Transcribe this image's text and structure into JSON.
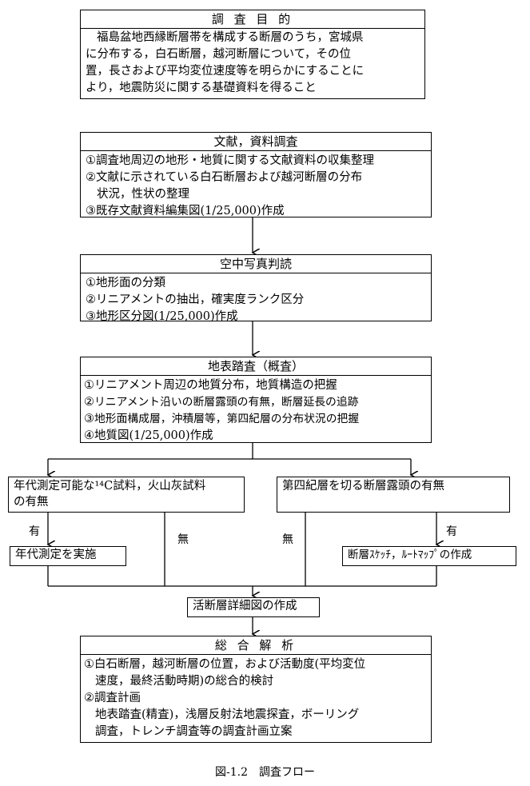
{
  "purpose": {
    "title": "調 査 目 的",
    "lines": [
      "福島盆地西縁断層帯を構成する断層のうち，宮城県",
      "に分布する，白石断層，越河断層について，その位",
      "置，長さおよび平均変位速度等を明らかにすることに",
      "より，地震防災に関する基礎資料を得ること"
    ]
  },
  "literature": {
    "title": "文献，資料調査",
    "items": [
      {
        "num": "①",
        "text": "調査地周辺の地形・地質に関する文献資料の収集整理"
      },
      {
        "num": "②",
        "text": "文献に示されている白石断層および越河断層の分布"
      },
      {
        "num": "",
        "text": "状況，性状の整理"
      },
      {
        "num": "③",
        "text": "既存文献資料編集図(1/25,000)作成"
      }
    ]
  },
  "aerial": {
    "title": "空中写真判読",
    "items": [
      {
        "num": "①",
        "text": "地形面の分類"
      },
      {
        "num": "②",
        "text": "リニアメントの抽出，確実度ランク区分"
      },
      {
        "num": "③",
        "text": "地形区分図(1/25,000)作成"
      }
    ]
  },
  "survey": {
    "title": "地表踏査（概査）",
    "items": [
      {
        "num": "①",
        "text": "リニアメント周辺の地質分布，地質構造の把握"
      },
      {
        "num": "②",
        "text": "リニアメント沿いの断層露頭の有無，断層延長の追跡"
      },
      {
        "num": "③",
        "text": "地形面構成層，沖積層等，第四紀層の分布状況の把握"
      },
      {
        "num": "④",
        "text": "地質図(1/25,000)作成"
      }
    ]
  },
  "branch_left": {
    "line1": "年代測定可能な¹⁴C試料，火山灰試料",
    "line2": "の有無"
  },
  "branch_right": {
    "text": "第四紀層を切る断層露頭の有無"
  },
  "labels": {
    "yes_left": "有",
    "no_left": "無",
    "no_right": "無",
    "yes_right": "有"
  },
  "dating": {
    "text": "年代測定を実施"
  },
  "sketch": {
    "text": "断層ｽｹｯﾁ，ﾙｰﾄﾏｯﾌﾟの作成"
  },
  "detail_map": {
    "text": "活断層詳細図の作成"
  },
  "analysis": {
    "title": "総 合 解 析",
    "items": [
      {
        "num": "①",
        "text": "白石断層，越河断層の位置，および活動度(平均変位"
      },
      {
        "num": "",
        "text": "速度，最終活動時期)の総合的検討"
      },
      {
        "num": "②",
        "text": "調査計画"
      },
      {
        "num": "",
        "text": "地表踏査(精査)，浅層反射法地震探査，ボーリング"
      },
      {
        "num": "",
        "text": "調査，トレンチ調査等の調査計画立案"
      }
    ]
  },
  "caption": "図-1.2　調査フロー"
}
